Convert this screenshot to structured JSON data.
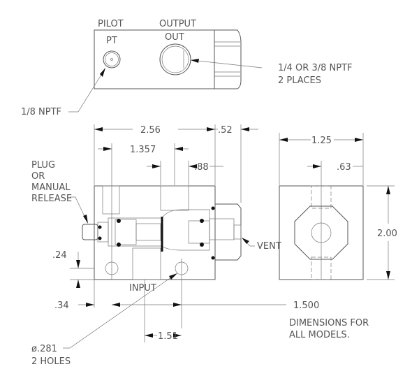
{
  "top_view": {
    "pilot_label": "PILOT",
    "output_label": "OUTPUT",
    "pt_label": "PT",
    "out_label": "OUT",
    "port_callout_1": "1/4 OR 3/8 NPTF",
    "port_callout_2": "2 PLACES",
    "pilot_callout": "1/8 NPTF"
  },
  "section_view": {
    "dim_overall": "2.56",
    "dim_cap": ".52",
    "dim_output": "1.357",
    "dim_output_width": ".88",
    "plug_label": [
      "PLUG",
      "OR",
      "MANUAL",
      "RELEASE"
    ],
    "vent_label": "VENT",
    "input_label": "INPUT",
    "dim_hole_height": ".24",
    "dim_hole_left": ".34",
    "dim_hole_spacing": "1.500",
    "dim_input_offset": "1.51",
    "hole_callout_1": "ø.281",
    "hole_callout_2": "2 HOLES"
  },
  "side_view": {
    "dim_width": "1.25",
    "dim_center": ".63",
    "dim_height": "2.00"
  },
  "note": [
    "DIMENSIONS FOR",
    "ALL MODELS."
  ]
}
